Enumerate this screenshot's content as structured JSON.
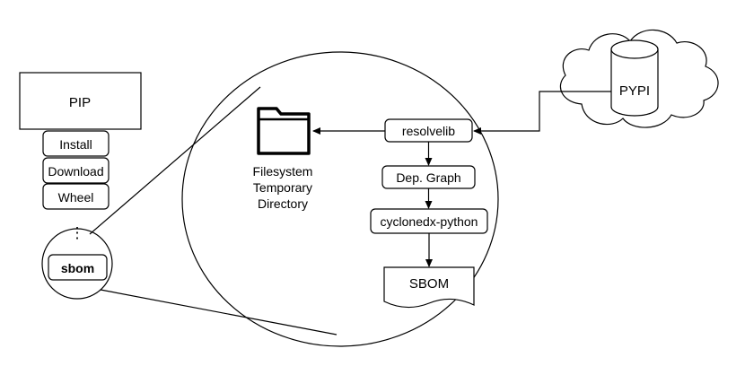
{
  "pip": {
    "title": "PIP",
    "commands": [
      "Install",
      "Download",
      "Wheel"
    ],
    "ellipsis": "⋮",
    "new_command": "sbom"
  },
  "zoom": {
    "resolver": "resolvelib",
    "dep_graph": "Dep. Graph",
    "generator": "cyclonedx-python",
    "output": "SBOM",
    "filesystem": {
      "icon": "folder-icon",
      "lines": [
        "Filesystem",
        "Temporary",
        "Directory"
      ]
    }
  },
  "registry": {
    "label": "PYPI",
    "icon": "database-cylinder-icon",
    "container": "cloud-shape"
  }
}
